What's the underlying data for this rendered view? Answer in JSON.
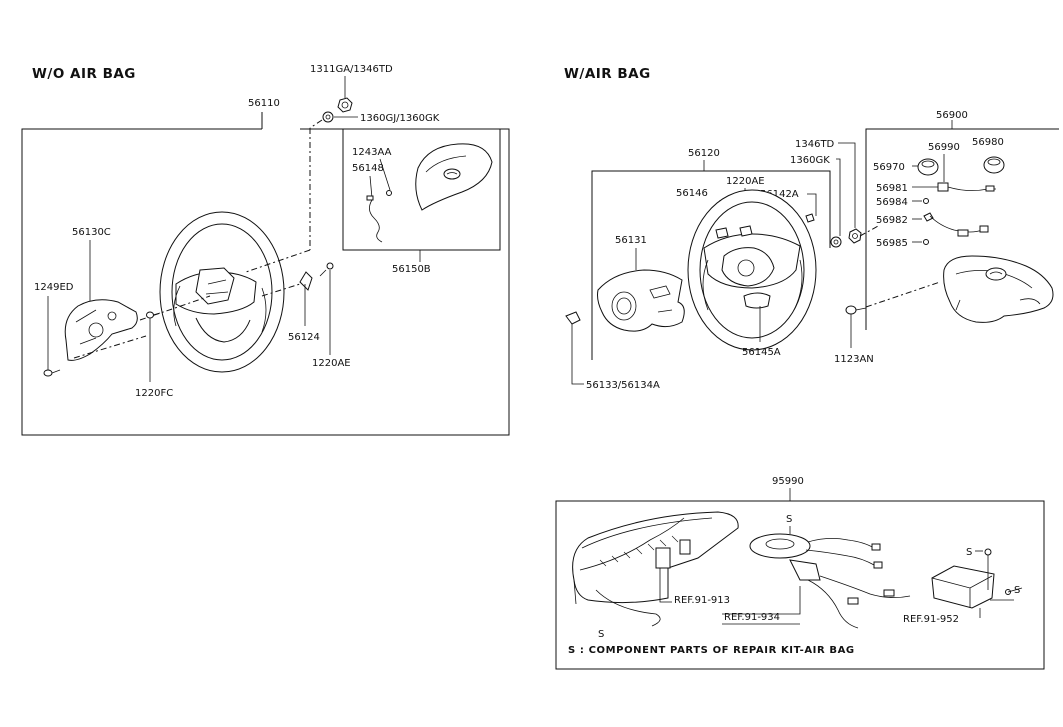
{
  "sections": {
    "without_airbag": {
      "title": "W/O AIR BAG",
      "labels": {
        "assembly": "56110",
        "nut_a": "1311GA/1346TD",
        "nut_b": "1360GJ/1360GK",
        "cover_screw": "1243AA",
        "cover_clip": "56148",
        "horn_pad": "56150B",
        "rear_cover": "56130C",
        "screw_rear": "1249ED",
        "screw_center": "1220FC",
        "horn_contact": "56124",
        "screw_horn": "1220AE"
      }
    },
    "with_airbag": {
      "title": "W/AIR BAG",
      "labels": {
        "module_assembly": "56900",
        "nut_a": "1346TD",
        "nut_b": "1360GK",
        "wheel_assembly": "56120",
        "screw_a": "1220AE",
        "bracket_a": "56146",
        "bracket_b": "56142A",
        "rear_cover": "56131",
        "horn_button": "56145A",
        "cover_lower": "56133/56134A",
        "bolt": "1123AN",
        "pad_a": "56970",
        "pad_b": "56980",
        "clip_a": "56990",
        "clip_b": "56981",
        "clip_c": "56984",
        "clip_d": "56982",
        "clip_e": "56985"
      }
    },
    "repair_kit": {
      "part_number": "95990",
      "refs": [
        "REF.91-913",
        "REF.91-934",
        "REF.91-952"
      ],
      "marker": "S",
      "note": "S : COMPONENT PARTS OF REPAIR KIT-AIR BAG"
    }
  }
}
